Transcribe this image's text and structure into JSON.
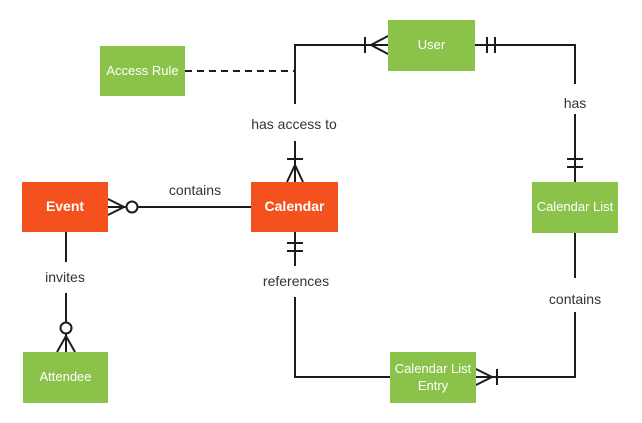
{
  "diagram_type": "entity-relationship (crow's foot notation)",
  "entities": [
    {
      "id": "access-rule",
      "label": "Access Rule",
      "variant": "entity_green"
    },
    {
      "id": "user",
      "label": "User",
      "variant": "entity_green"
    },
    {
      "id": "event",
      "label": "Event",
      "variant": "entity_orange"
    },
    {
      "id": "calendar",
      "label": "Calendar",
      "variant": "entity_orange"
    },
    {
      "id": "calendar-list",
      "label": "Calendar List",
      "variant": "entity_green"
    },
    {
      "id": "attendee",
      "label": "Attendee",
      "variant": "entity_green"
    },
    {
      "id": "calendar-list-entry",
      "label": "Calendar List Entry",
      "variant": "entity_green"
    }
  ],
  "relationships": [
    {
      "label": "has access to",
      "source": "User",
      "target": "Calendar",
      "source_marker": "one-or-many",
      "target_marker": "one-or-many",
      "associative_entity": "Access Rule",
      "associative_link_style": "dashed"
    },
    {
      "label": "has",
      "source": "User",
      "target": "Calendar List",
      "source_marker": "exactly-one",
      "target_marker": "exactly-one"
    },
    {
      "label": "contains",
      "source": "Calendar",
      "target": "Event",
      "target_marker": "zero-or-many"
    },
    {
      "label": "invites",
      "source": "Event",
      "target": "Attendee",
      "target_marker": "zero-or-many"
    },
    {
      "label": "references",
      "source": "Calendar",
      "target": "Calendar List Entry",
      "source_marker": "exactly-one"
    },
    {
      "label": "contains",
      "source": "Calendar List",
      "target": "Calendar List Entry",
      "target_marker": "one-or-many"
    }
  ],
  "colors": {
    "entity_green": "#8BC34A",
    "entity_orange": "#F4511E",
    "connector": "#1c1c1c",
    "label_text": "#333333",
    "background": "#ffffff"
  }
}
